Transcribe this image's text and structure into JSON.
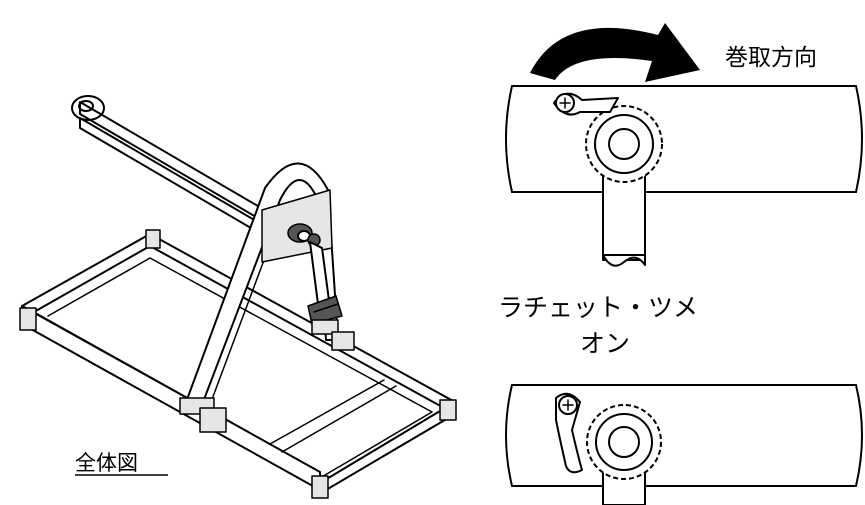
{
  "labels": {
    "overall_view": "全体図",
    "winding_direction": "巻取方向",
    "ratchet_pawl": "ラチェット・ツメ",
    "state_on": "オン"
  },
  "icons": {
    "direction_arrow": "curved-arrow-clockwise-icon"
  },
  "colors": {
    "line": "#000000",
    "background": "#ffffff",
    "fill_light": "#e6e6e6"
  }
}
